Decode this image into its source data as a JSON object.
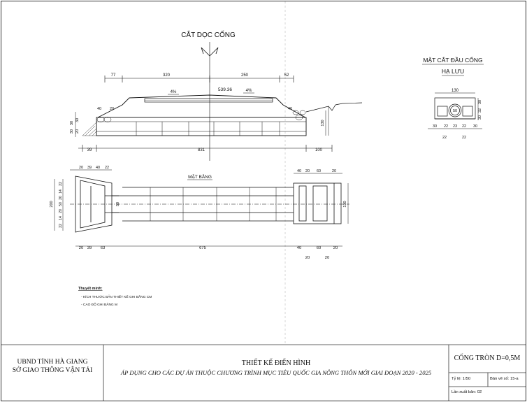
{
  "drawing": {
    "title_long": "CẮT DỌC CỐNG",
    "title_end": "MẶT CẮT ĐẦU CỐNG",
    "title_end_sub": "HẠ LƯU",
    "title_plan": "MẶT BẰNG",
    "elevation": "539.36",
    "slope_left": "4%",
    "slope_right": "4%",
    "long_top_dims": [
      "77",
      "320",
      "250",
      "52"
    ],
    "long_left_dims": [
      "40",
      "20"
    ],
    "long_left_vert": [
      "30",
      "20",
      "30",
      "30"
    ],
    "long_right_vert": "130",
    "long_right_small": "40",
    "long_bottom_dims": [
      "39",
      "831",
      "100"
    ],
    "end_width": "130",
    "end_right_vert": [
      "30",
      "32",
      "30"
    ],
    "end_circle_label": "50",
    "end_bottom_dims": [
      "30",
      "22",
      "23",
      "22",
      "30"
    ],
    "end_base_dims": [
      "22",
      "22"
    ],
    "plan_top_left": [
      "20",
      "39",
      "40",
      "22"
    ],
    "plan_top_right": [
      "40",
      "20",
      "60",
      "20"
    ],
    "plan_left_vert": [
      "22",
      "14",
      "20",
      "50",
      "20",
      "14",
      "22"
    ],
    "plan_left_total": "200",
    "plan_right_vert": "130",
    "plan_pipe_label": "50",
    "plan_bottom_dims": [
      "20",
      "39",
      "63",
      "675",
      "40",
      "60",
      "20"
    ],
    "plan_bottom_sub": [
      "20",
      "20"
    ]
  },
  "notes": {
    "title": "Thuyết minh:",
    "lines": [
      "- KÍCH THƯỚC BẢN THIẾT KẾ GHI BẰNG CM",
      "- CAO ĐỘ GHI BẰNG M"
    ]
  },
  "title_block": {
    "org_line1": "UBND TỈNH HÀ GIANG",
    "org_line2": "SỞ GIAO THÔNG VẬN TẢI",
    "main_title": "THIẾT KẾ ĐIỂN HÌNH",
    "main_subtitle": "ÁP DỤNG CHO CÁC DỰ ÁN THUỘC CHƯƠNG TRÌNH MỤC TIÊU QUỐC GIA NÔNG THÔN MỚI GIAI ĐOẠN 2020 - 2025",
    "drawing_name": "CỐNG TRÒN D=0,5M",
    "scale": "Tỷ lệ: 1/50",
    "sheet_no": "Bản vẽ số: 15-a",
    "edition": "Lần xuất bản: 02"
  }
}
